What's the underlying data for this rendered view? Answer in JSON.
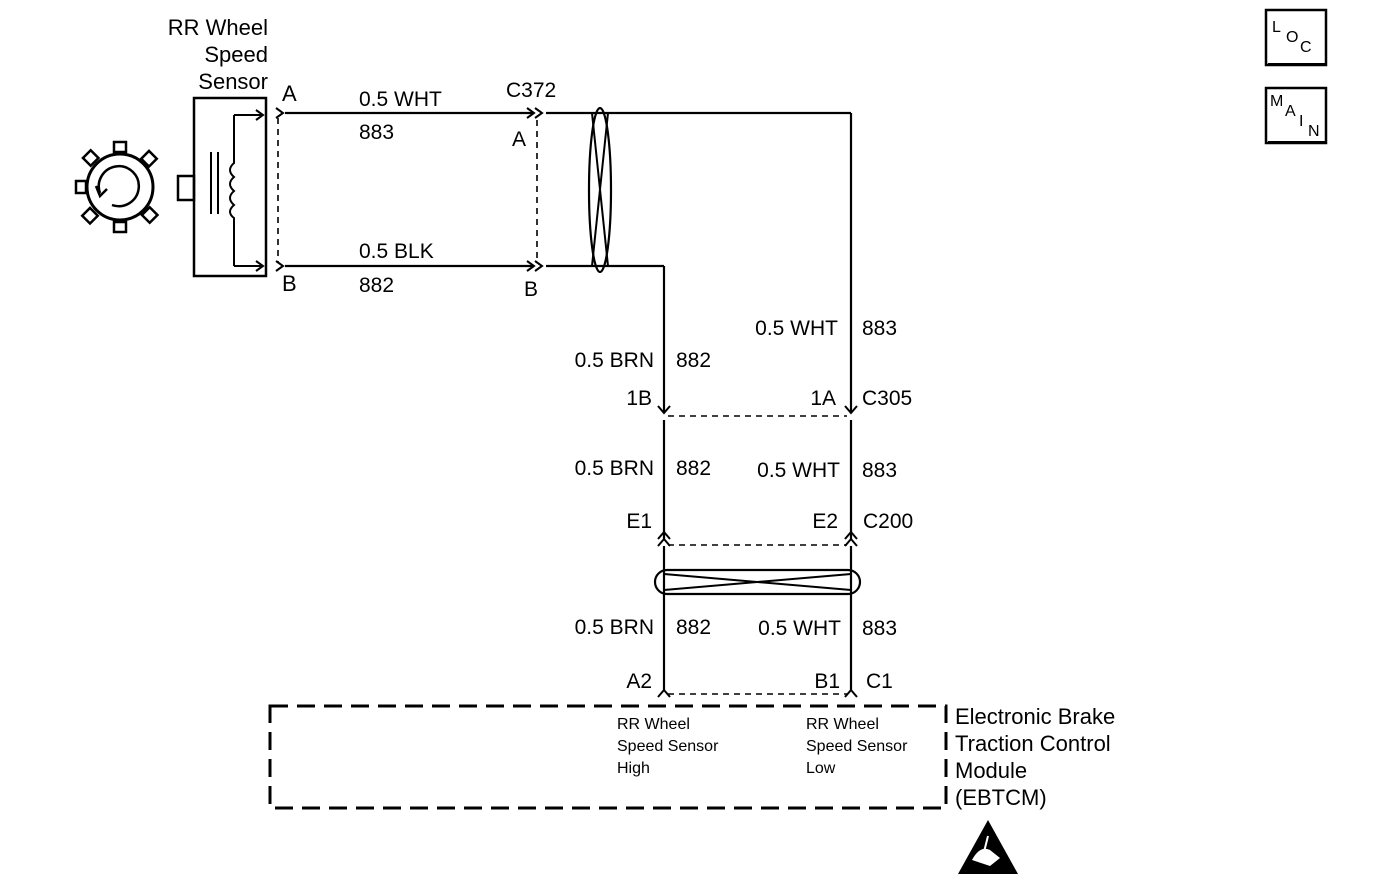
{
  "sensor": {
    "title_line1": "RR Wheel",
    "title_line2": "Speed",
    "title_line3": "Sensor",
    "pin_a": "A",
    "pin_b": "B"
  },
  "wires": {
    "top_color": "0.5 WHT",
    "top_circuit": "883",
    "bottom_color": "0.5 BLK",
    "bottom_circuit": "882",
    "right_wht_color": "0.5 WHT",
    "right_wht_circuit": "883",
    "brn_color": "0.5 BRN",
    "brn_circuit": "882",
    "mid_brn_color": "0.5 BRN",
    "mid_brn_circuit": "882",
    "mid_wht_color": "0.5 WHT",
    "mid_wht_circuit": "883",
    "low_brn_color": "0.5 BRN",
    "low_brn_circuit": "882",
    "low_wht_color": "0.5 WHT",
    "low_wht_circuit": "883"
  },
  "connectors": {
    "c372": "C372",
    "c372_pin_a": "A",
    "c372_pin_b": "B",
    "c305": "C305",
    "c305_pin_1b": "1B",
    "c305_pin_1a": "1A",
    "c200": "C200",
    "c200_pin_e1": "E1",
    "c200_pin_e2": "E2",
    "c1": "C1",
    "c1_pin_a2": "A2",
    "c1_pin_b1": "B1"
  },
  "module": {
    "name_line1": "Electronic Brake",
    "name_line2": "Traction Control",
    "name_line3": "Module",
    "name_line4": "(EBTCM)",
    "input_high_line1": "RR Wheel",
    "input_high_line2": "Speed Sensor",
    "input_high_line3": "High",
    "input_low_line1": "RR Wheel",
    "input_low_line2": "Speed Sensor",
    "input_low_line3": "Low"
  },
  "nav": {
    "loc_l": "L",
    "loc_o": "O",
    "loc_c": "C",
    "main_m": "M",
    "main_a": "A",
    "main_i": "I",
    "main_n": "N"
  },
  "icons": [
    "reluctor-wheel-icon",
    "esd-warning-icon"
  ]
}
